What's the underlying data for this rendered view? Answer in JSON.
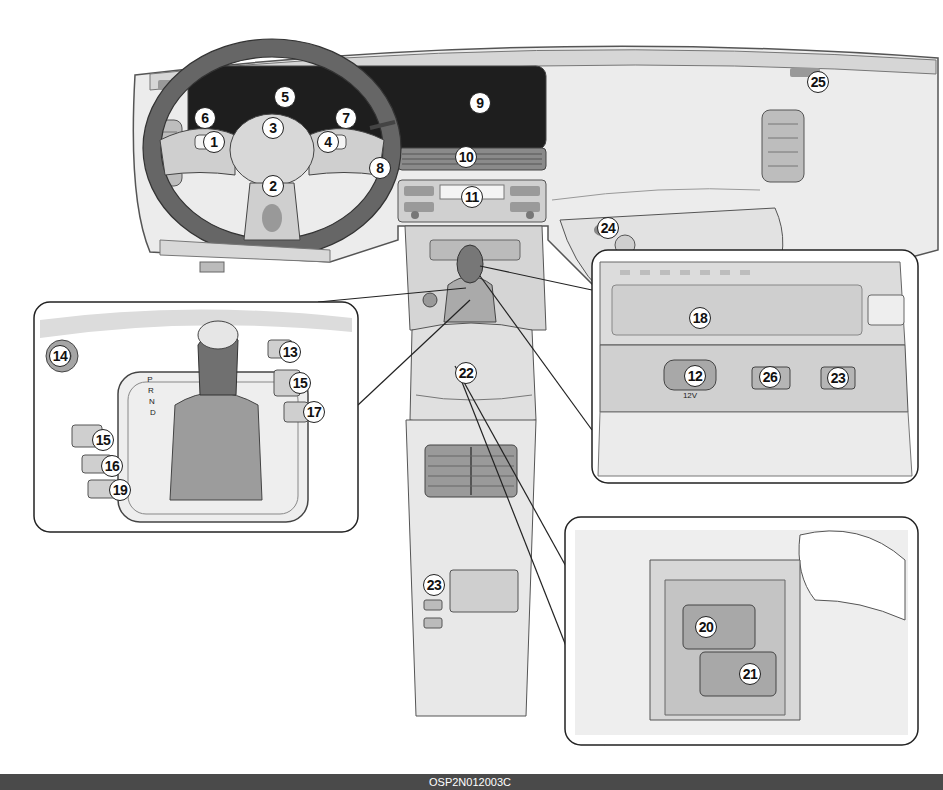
{
  "diagram": {
    "labels": [
      "5",
      "9",
      "25",
      "6",
      "3",
      "7",
      "1",
      "4",
      "8",
      "10",
      "2",
      "11",
      "24",
      "22",
      "23",
      "14",
      "13",
      "15",
      "17",
      "15",
      "16",
      "19",
      "P",
      "R",
      "N",
      "D",
      "18",
      "12",
      "12V",
      "26",
      "23",
      "20",
      "21",
      "OSP2N012003C"
    ]
  }
}
